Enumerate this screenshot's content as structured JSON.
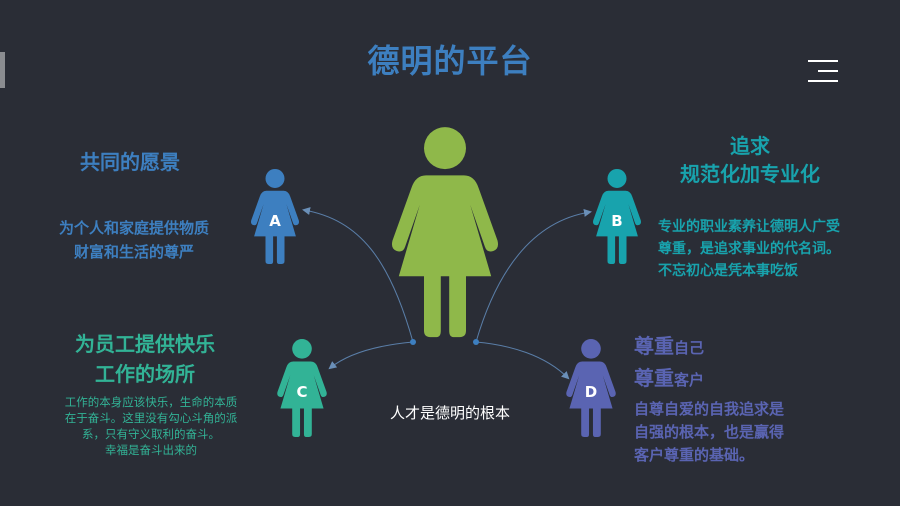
{
  "title": "德明的平台",
  "center": {
    "caption": "人才是德明的根本"
  },
  "figures": {
    "a": {
      "letter": "A",
      "color": "#3d7fc0"
    },
    "b": {
      "letter": "B",
      "color": "#18a3ad"
    },
    "c": {
      "letter": "C",
      "color": "#32b396"
    },
    "d": {
      "letter": "D",
      "color": "#5a64b2"
    },
    "center": {
      "color": "#8fb84a"
    }
  },
  "a": {
    "heading": "共同的愿景",
    "desc": [
      "为个人和家庭提供物质",
      "财富和生活的尊严"
    ]
  },
  "b": {
    "heading": [
      "追求",
      "规范化加专业化"
    ],
    "desc": [
      "专业的职业素养让德明人广受",
      "尊重，是追求事业的代名词。",
      "不忘初心是凭本事吃饭"
    ]
  },
  "c": {
    "heading": [
      "为员工提供快乐",
      "工作的场所"
    ],
    "desc": [
      "工作的本身应该快乐，生命的本质",
      "在于奋斗。这里没有勾心斗角的派",
      "系，只有守义取利的奋斗。",
      "幸福是奋斗出来的"
    ]
  },
  "d": {
    "heading": [
      {
        "big": "尊重",
        "small": "自己"
      },
      {
        "big": "尊重",
        "small": "客户"
      }
    ],
    "desc": [
      "自尊自爱的自我追求是",
      "自强的根本，也是赢得",
      "客户尊重的基础。"
    ]
  },
  "colors": {
    "background": "#2a2d36",
    "connector": "#5a7ea8"
  },
  "icons": {
    "menu": "menu-lines-icon"
  }
}
